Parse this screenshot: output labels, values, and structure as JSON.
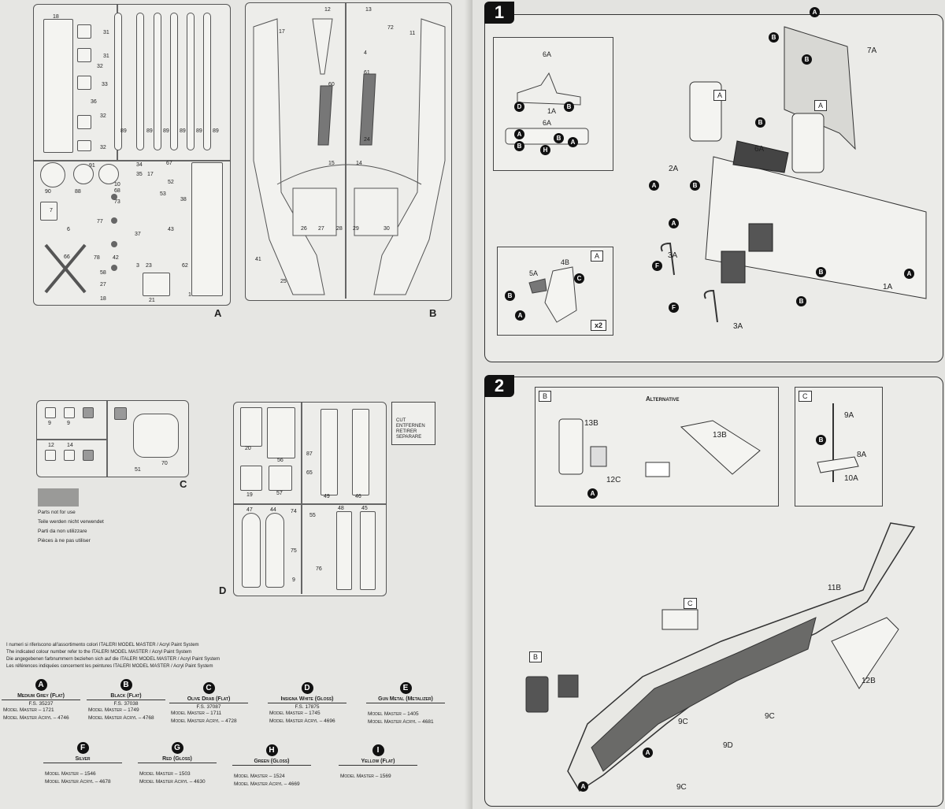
{
  "sprues": {
    "a": {
      "letter": "A",
      "labels": [
        "18",
        "31",
        "31",
        "32",
        "33",
        "36",
        "32",
        "32",
        "89",
        "89",
        "89",
        "89",
        "89",
        "89",
        "90",
        "88",
        "91",
        "10",
        "68",
        "7",
        "6",
        "77",
        "78",
        "42",
        "66",
        "58",
        "27",
        "18",
        "21",
        "62",
        "1",
        "34",
        "35",
        "17",
        "67",
        "52",
        "53",
        "38",
        "37",
        "43",
        "73",
        "23",
        "3"
      ]
    },
    "b": {
      "letter": "B",
      "labels": [
        "12",
        "13",
        "17",
        "11",
        "72",
        "60",
        "61",
        "24",
        "15",
        "14",
        "26",
        "28",
        "29",
        "30",
        "27",
        "41",
        "25",
        "4"
      ]
    },
    "c": {
      "letter": "C",
      "labels": [
        "9",
        "9",
        "12",
        "14",
        "70",
        "51"
      ]
    },
    "d": {
      "letter": "D",
      "labels": [
        "20",
        "56",
        "87",
        "19",
        "57",
        "65",
        "49",
        "46",
        "47",
        "44",
        "74",
        "55",
        "48",
        "45",
        "75",
        "76",
        "9"
      ]
    }
  },
  "cut_box": {
    "lines": [
      "CUT",
      "ENTFERNEN",
      "RETIRER",
      "SEPARARE"
    ]
  },
  "not_for_use": [
    "Parts not for use",
    "Teile werden nicht verwendet",
    "Parti da non utilizzare",
    "Pièces à ne pas utiliser"
  ],
  "paint_notes": [
    "I numeri si riferiscono all'assortimento colori ITALERI MODEL MASTER / Acryl Paint System",
    "The indicated colour number refer to the ITALERI MODEL MASTER / Acryl Paint System",
    "Die angegebenen farbnummern beziehen sich auf die ITALERI MODEL MASTER / Acryl Paint System",
    "Les références indiquées concernent les peintures ITALERI MODEL MASTER / Acryl Paint System"
  ],
  "paints": [
    {
      "code": "A",
      "name": "Medium Grey (Flat)",
      "fs": "F.S. 35237",
      "mm": "Model Master – 1721",
      "acryl": "Model Master Acryl – 4746"
    },
    {
      "code": "B",
      "name": "Black (Flat)",
      "fs": "F.S. 37038",
      "mm": "Model Master – 1749",
      "acryl": "Model Master Acryl – 4768"
    },
    {
      "code": "C",
      "name": "Olive Drab (Flat)",
      "fs": "F.S. 37087",
      "mm": "Model Master – 1711",
      "acryl": "Model Master Acryl – 4728"
    },
    {
      "code": "D",
      "name": "Insigna White (Gloss)",
      "fs": "F.S. 17875",
      "mm": "Model Master – 1745",
      "acryl": "Model Master Acryl – 4696"
    },
    {
      "code": "E",
      "name": "Gun Metal (Metalizer)",
      "fs": "",
      "mm": "Model Master – 1405",
      "acryl": "Model Master Acryl – 4681"
    },
    {
      "code": "F",
      "name": "Silver",
      "fs": "",
      "mm": "Model Master – 1546",
      "acryl": "Model Master Acryl – 4678"
    },
    {
      "code": "G",
      "name": "Red (Gloss)",
      "fs": "",
      "mm": "Model Master – 1503",
      "acryl": "Model Master Acryl – 4630"
    },
    {
      "code": "H",
      "name": "Green (Gloss)",
      "fs": "",
      "mm": "Model Master – 1524",
      "acryl": "Model Master Acryl – 4669"
    },
    {
      "code": "I",
      "name": "Yellow (Flat)",
      "fs": "",
      "mm": "Model Master – 1569",
      "acryl": ""
    }
  ],
  "step1": {
    "number": "1",
    "labels": [
      "6A",
      "1A",
      "6A",
      "7A",
      "6A",
      "2A",
      "3A",
      "3A",
      "1A",
      "5A",
      "4B",
      "x2",
      "A",
      "A",
      "A"
    ],
    "callouts": [
      "A",
      "B",
      "A",
      "B",
      "B",
      "A",
      "A",
      "B",
      "F",
      "F",
      "B",
      "A",
      "D",
      "B",
      "B",
      "H",
      "A",
      "B",
      "B",
      "C",
      "A",
      "B"
    ]
  },
  "step2": {
    "number": "2",
    "alternative": "Alternative",
    "labels": [
      "13B",
      "12C",
      "13B",
      "9A",
      "8A",
      "10A",
      "11B",
      "12B",
      "9C",
      "9C",
      "9D",
      "9C",
      "B",
      "C",
      "C",
      "B"
    ],
    "callouts": [
      "A",
      "B",
      "A",
      "A"
    ]
  },
  "colors": {
    "ink": "#111111",
    "paper": "#e6e6e3",
    "grey_fill": "#9a9a98",
    "dark_part": "#555555"
  }
}
